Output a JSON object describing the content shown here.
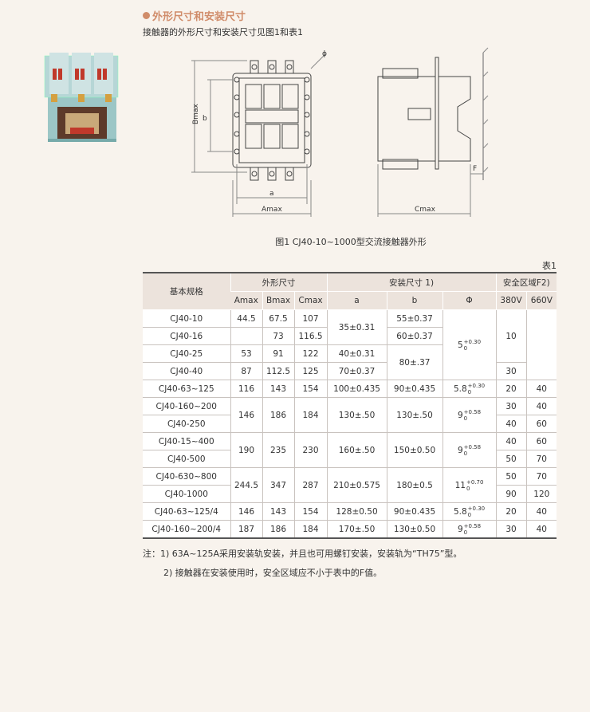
{
  "heading": "外形尺寸和安装尺寸",
  "intro": "接触器的外形尺寸和安装尺寸见图1和表1",
  "figure": {
    "caption": "图1 CJ40-10~1000型交流接触器外形",
    "labels": {
      "phi": "ϕ",
      "bmax": "Bmax",
      "b": "b",
      "a": "a",
      "amax": "Amax",
      "cmax": "Cmax",
      "f": "F"
    }
  },
  "table": {
    "label": "表1",
    "headers": {
      "spec": "基本规格",
      "outline": "外形尺寸",
      "install": "安装尺寸 1)",
      "safety": "安全区域F2)",
      "amax": "Amax",
      "bmax": "Bmax",
      "cmax": "Cmax",
      "a": "a",
      "b": "b",
      "phi": "Φ",
      "v380": "380V",
      "v660": "660V"
    },
    "cells": {
      "r1_name": "CJ40-10",
      "r1_amax": "44.5",
      "r1_bmax": "67.5",
      "r1_cmax": "107",
      "r1_b": "55±0.37",
      "r2_name": "CJ40-16",
      "r2_bmax": "73",
      "r2_cmax": "116.5",
      "r2_b": "60±0.37",
      "r12_a": "35±0.31",
      "r3_name": "CJ40-25",
      "r3_amax": "53",
      "r3_bmax": "91",
      "r3_cmax": "122",
      "r3_a": "40±0.31",
      "r4_name": "CJ40-40",
      "r4_amax": "87",
      "r4_bmax": "112.5",
      "r4_cmax": "125",
      "r4_a": "70±0.37",
      "r4_v380": "30",
      "r34_b": "80±.37",
      "g1_phi_base": "5",
      "g1_phi_up": "+0.30",
      "g1_phi_lo": "0",
      "g1_v380": "10",
      "r5_name": "CJ40-63~125",
      "r5_amax": "116",
      "r5_bmax": "143",
      "r5_cmax": "154",
      "r5_a": "100±0.435",
      "r5_b": "90±0.435",
      "r5_phi_base": "5.8",
      "r5_phi_up": "+0.30",
      "r5_phi_lo": "0",
      "r5_v380": "20",
      "r5_v660": "40",
      "r6_name": "CJ40-160~200",
      "r7_name": "CJ40-250",
      "g3_amax": "146",
      "g3_bmax": "186",
      "g3_cmax": "184",
      "g3_a": "130±.50",
      "g3_b": "130±.50",
      "g3_phi_base": "9",
      "g3_phi_up": "+0.58",
      "g3_phi_lo": "0",
      "r6_v380": "30",
      "r6_v660": "40",
      "r7_v380": "40",
      "r7_v660": "60",
      "r8_name": "CJ40-15~400",
      "r9_name": "CJ40-500",
      "g4_amax": "190",
      "g4_bmax": "235",
      "g4_cmax": "230",
      "g4_a": "160±.50",
      "g4_b": "150±0.50",
      "g4_phi_base": "9",
      "g4_phi_up": "+0.58",
      "g4_phi_lo": "0",
      "r8_v380": "40",
      "r8_v660": "60",
      "r9_v380": "50",
      "r9_v660": "70",
      "r10_name": "CJ40-630~800",
      "r11_name": "CJ40-1000",
      "g5_amax": "244.5",
      "g5_bmax": "347",
      "g5_cmax": "287",
      "g5_a": "210±0.575",
      "g5_b": "180±0.5",
      "g5_phi_base": "11",
      "g5_phi_up": "+0.70",
      "g5_phi_lo": "0",
      "r10_v380": "50",
      "r10_v660": "70",
      "r11_v380": "90",
      "r11_v660": "120",
      "r12_name": "CJ40-63~125/4",
      "r12_amax": "146",
      "r12_bmax": "143",
      "r12_cmax": "154",
      "r12_a2": "128±0.50",
      "r12_b": "90±0.435",
      "r12_phi_base": "5.8",
      "r12_phi_up": "+0.30",
      "r12_phi_lo": "0",
      "r12_v380": "20",
      "r12_v660": "40",
      "r13_name": "CJ40-160~200/4",
      "r13_amax": "187",
      "r13_bmax": "186",
      "r13_cmax": "184",
      "r13_a": "170±.50",
      "r13_b": "130±0.50",
      "r13_phi_base": "9",
      "r13_phi_up": "+0.58",
      "r13_phi_lo": "0",
      "r13_v380": "30",
      "r13_v660": "40"
    }
  },
  "notes": {
    "n1": "注：1) 63A~125A采用安装轨安装，并且也可用螺钉安装，安装轨为“TH75”型。",
    "n2": "2) 接触器在安装使用时，安全区域应不小于表中的F值。"
  }
}
